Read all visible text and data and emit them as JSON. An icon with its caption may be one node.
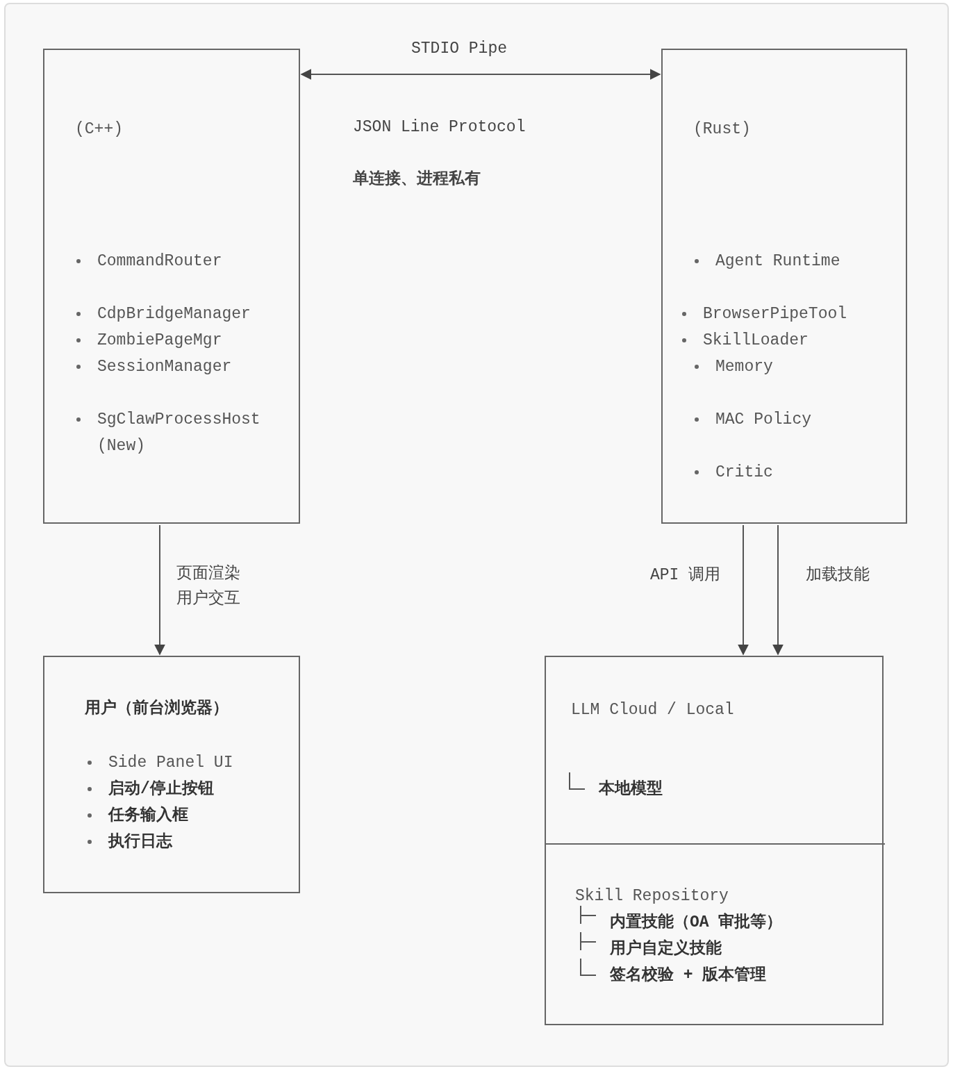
{
  "diagram": {
    "nodes": [
      {
        "text": [
          "(C++)",
          "CommandRouter",
          "CdpBridgeManager",
          "ZombiePageMgr",
          "SessionManager",
          "SgClawProcessHost (New)"
        ]
      },
      {
        "text": [
          "(Rust)",
          "Agent Runtime",
          "BrowserPipeTool",
          "SkillLoader",
          "Memory",
          "MAC Policy",
          "Critic"
        ]
      },
      {
        "text": [
          "用户（前台浏览器）",
          "Side Panel UI",
          "启动/停止按钮",
          "任务输入框",
          "执行日志"
        ]
      },
      {
        "text": [],
        "shape": "box"
      },
      {
        "text": [
          "LLM Cloud / Local",
          "本地模型"
        ],
        "in": 3
      },
      {
        "text": [
          "Skill Repository",
          "内置技能（OA 审批等）",
          "用户自定义技能",
          "签名校验 + 版本管理"
        ],
        "in": 3
      }
    ],
    "edges": [
      {
        "from": 0,
        "to": 1,
        "arrow": "both",
        "label": "STDIO Pipe"
      },
      {
        "from": 0,
        "to": 2,
        "arrow": "to",
        "label": "页面渲染用户交互"
      },
      {
        "from": 1,
        "to": 3,
        "arrow": "to",
        "label": "API 调用"
      },
      {
        "from": 1,
        "to": 3,
        "arrow": "to",
        "label": "加载技能"
      }
    ],
    "labels": [
      "JSON Line Protocol",
      "单连接、进程私有"
    ]
  }
}
